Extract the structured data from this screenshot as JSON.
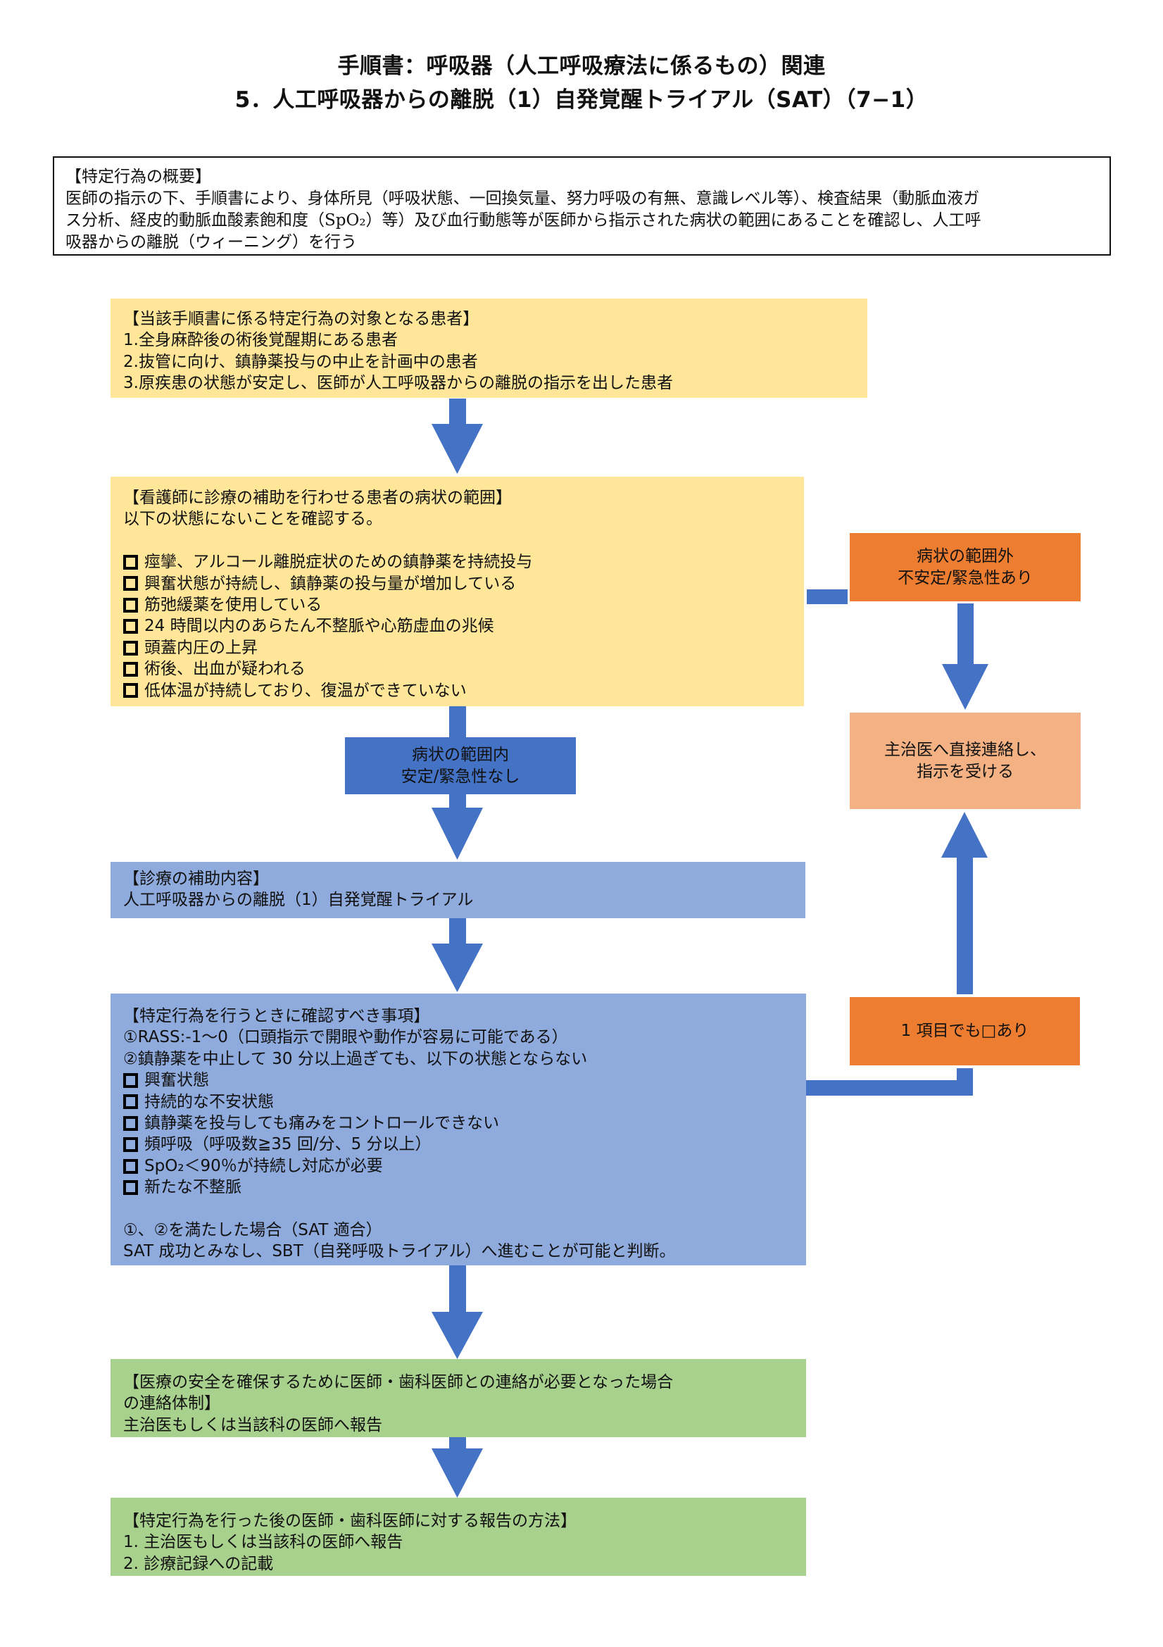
{
  "title": {
    "line1": "手順書：呼吸器（人工呼吸療法に係るもの）関連",
    "line2": "5．人工呼吸器からの離脱（1）自発覚醒トライアル（SAT）（7−1）"
  },
  "overview": {
    "heading": "【特定行為の概要】",
    "lines": [
      "医師の指示の下、手順書により、身体所見（呼吸状態、一回換気量、努力呼吸の有無、意識レベル等）、検査結果（動脈血液ガ",
      "ス分析、経皮的動脈血酸素飽和度（SpO₂）等）及び血行動態等が医師から指示された病状の範囲にあることを確認し、人工呼",
      "吸器からの離脱（ウィーニング）を行う"
    ]
  },
  "flow": {
    "target_patients": {
      "heading": "【当該手順書に係る特定行為の対象となる患者】",
      "items": [
        "1.全身麻酔後の術後覚醒期にある患者",
        "2.抜管に向け、鎮静薬投与の中止を計画中の患者",
        "3.原疾患の状態が安定し、医師が人工呼吸器からの離脱の指示を出した患者"
      ]
    },
    "condition_range": {
      "heading": "【看護師に診療の補助を行わせる患者の病状の範囲】",
      "intro": "以下の状態にないことを確認する。",
      "checklist": [
        "痙攣、アルコール離脱症状のための鎮静薬を持続投与",
        "興奮状態が持続し、鎮静薬の投与量が増加している",
        "筋弛緩薬を使用している",
        "24 時間以内のあらたん不整脈や心筋虚血の兆候",
        "頭蓋内圧の上昇",
        "術後、出血が疑われる",
        "低体温が持続しており、復温ができていない"
      ]
    },
    "out_of_range": {
      "line1": "病状の範囲外",
      "line2": "不安定/緊急性あり"
    },
    "contact_physician": {
      "line1": "主治医へ直接連絡し、",
      "line2": "指示を受ける"
    },
    "in_range": {
      "line1": "病状の範囲内",
      "line2": "安定/緊急性なし"
    },
    "assist_content": {
      "heading": "【診療の補助内容】",
      "body": "人工呼吸器からの離脱（1）自発覚醒トライアル"
    },
    "checks": {
      "heading": "【特定行為を行うときに確認すべき事項】",
      "item1": "①RASS:-1～0（口頭指示で開眼や動作が容易に可能である）",
      "item2": "②鎮静薬を中止して 30 分以上過ぎても、以下の状態とならない",
      "checklist": [
        "興奮状態",
        "持続的な不安状態",
        "鎮静薬を投与しても痛みをコントロールできない",
        "頻呼吸（呼吸数≧35 回/分、5 分以上）",
        "SpO₂＜90％が持続し対応が必要",
        "新たな不整脈"
      ],
      "result_line1": "①、②を満たした場合（SAT 適合）",
      "result_line2": "SAT 成功とみなし、SBT（自発呼吸トライアル）へ進むことが可能と判断。"
    },
    "any_item": {
      "label": "1 項目でも□あり"
    },
    "contact_system": {
      "heading_lines": [
        "【医療の安全を確保するために医師・歯科医師との連絡が必要となった場合",
        "の連絡体制】"
      ],
      "body": "主治医もしくは当該科の医師へ報告"
    },
    "report_method": {
      "heading": "【特定行為を行った後の医師・歯科医師に対する報告の方法】",
      "items": [
        "1. 主治医もしくは当該科の医師へ報告",
        "2. 診療記録への記載"
      ]
    }
  },
  "colors": {
    "yellow": "#FFE699",
    "arrow": "#4472C4",
    "lightblue": "#8FAADC",
    "orange": "#ED7D31",
    "peach": "#F4B183",
    "green": "#A9D18E"
  }
}
